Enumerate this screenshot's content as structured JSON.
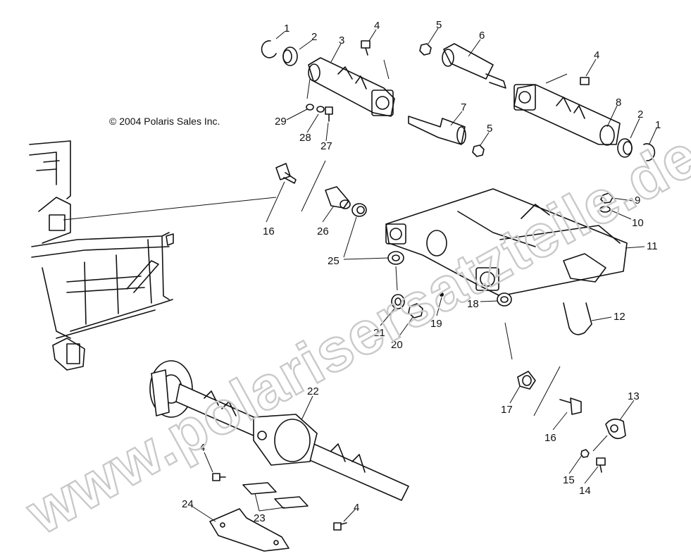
{
  "copyright": "© 2004 Polaris Sales Inc.",
  "watermark": "www.polarisersatzteile.de",
  "callouts": {
    "c1a": "1",
    "c2a": "2",
    "c3": "3",
    "c4a": "4",
    "c5a": "5",
    "c6": "6",
    "c4b": "4",
    "c8": "8",
    "c2b": "2",
    "c1b": "1",
    "c29": "29",
    "c28": "28",
    "c27": "27",
    "c7": "7",
    "c5b": "5",
    "c9": "9",
    "c10": "10",
    "c11": "11",
    "c16a": "16",
    "c26": "26",
    "c25": "25",
    "c21": "21",
    "c20": "20",
    "c19": "19",
    "c18": "18",
    "c12": "12",
    "c22": "22",
    "c17": "17",
    "c16b": "16",
    "c13": "13",
    "c15": "15",
    "c14": "14",
    "c4c": "4",
    "c4d": "4",
    "c24": "24",
    "c23": "23"
  }
}
